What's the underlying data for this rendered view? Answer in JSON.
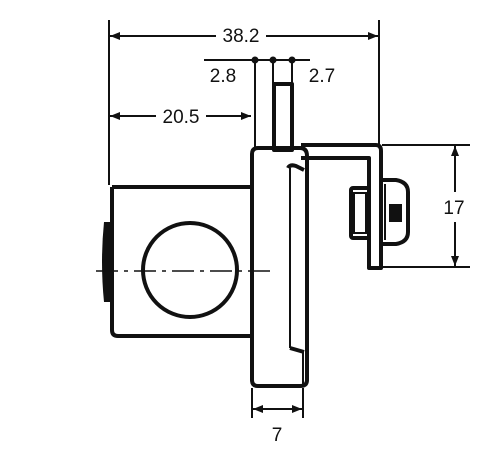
{
  "drawing": {
    "ink_color": "#111111",
    "background_color": "#ffffff",
    "dimensions": {
      "overall_width": "38.2",
      "left_offset": "2.8",
      "right_offset": "2.7",
      "center_to_slot": "20.5",
      "right_height": "17",
      "bottom_depth": "7"
    }
  }
}
